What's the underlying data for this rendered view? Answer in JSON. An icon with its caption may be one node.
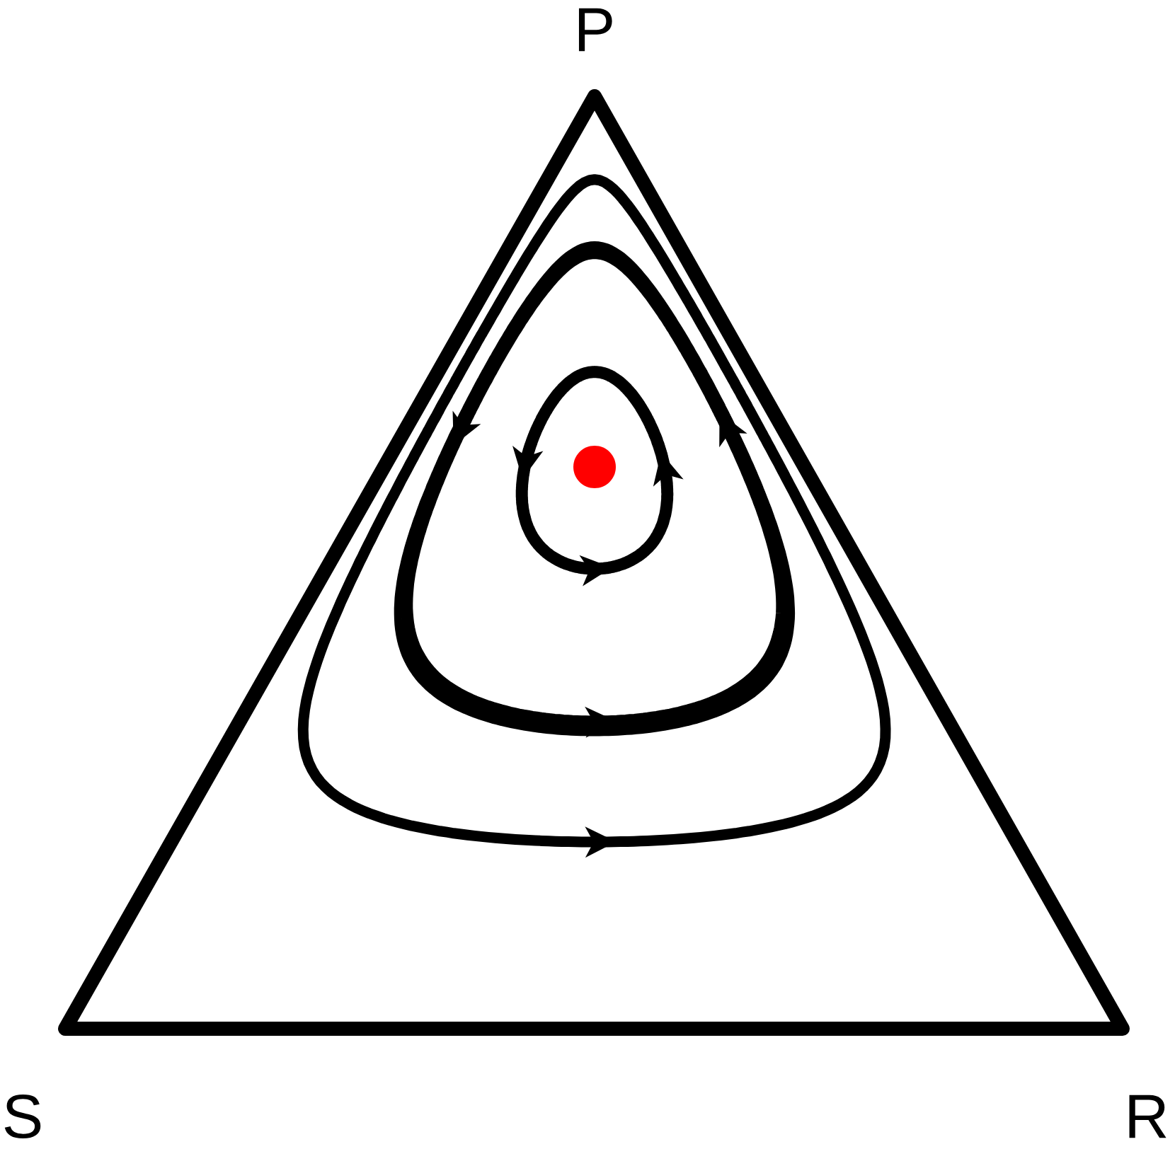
{
  "diagram": {
    "labels": [
      "P",
      "S",
      "R"
    ]
  }
}
